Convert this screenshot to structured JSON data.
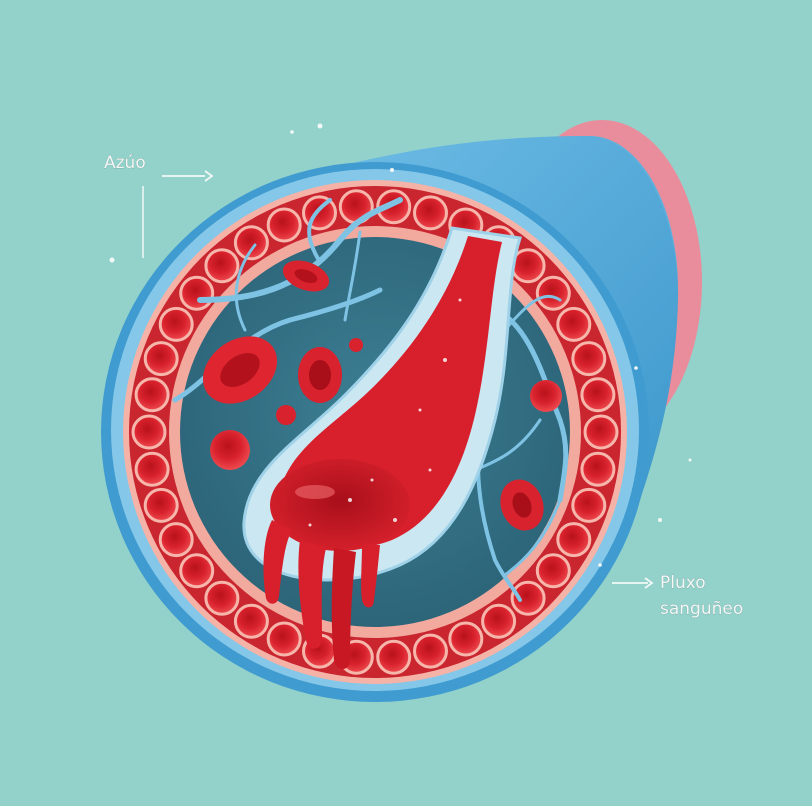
{
  "labels": {
    "top_left": "Azúo",
    "bottom_right_line1": "Pluxo",
    "bottom_right_line2": "sanguñeo"
  },
  "colors": {
    "background": "#93d2ca",
    "vessel_blue": "#4ea8d8",
    "vessel_light_blue": "#86c8e8",
    "wall_pink": "#f3aaa0",
    "blood_red": "#d81f2c",
    "blood_dark": "#b3121d",
    "interior": "#356f84",
    "back_rim_pink": "#e98d9c"
  }
}
